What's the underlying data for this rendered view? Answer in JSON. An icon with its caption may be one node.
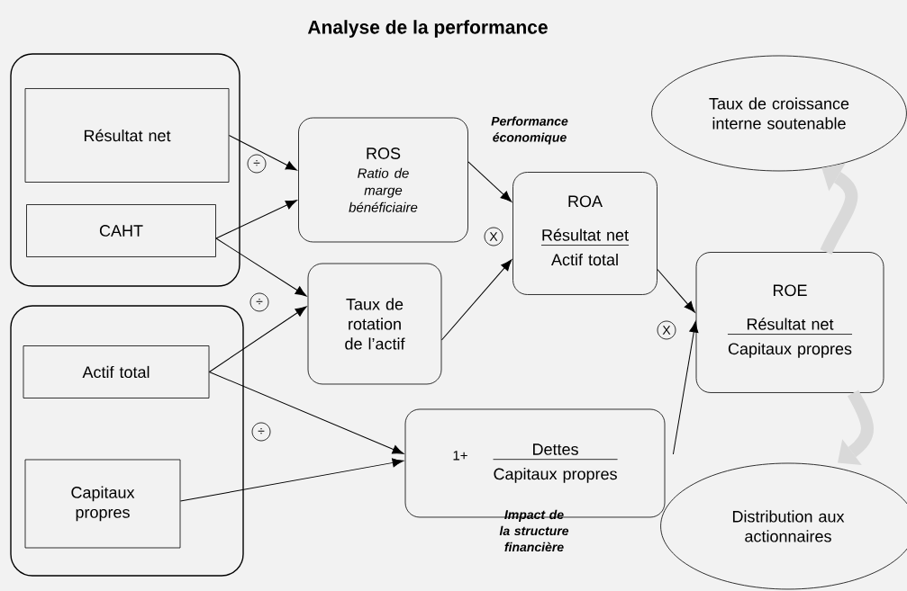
{
  "diagram": {
    "title": "Analyse de la performance",
    "nodes": [
      {
        "text": [],
        "shape": "box"
      },
      {
        "text": [
          "Résultat net"
        ],
        "in": 0
      },
      {
        "text": [
          "CAHT"
        ],
        "in": 0
      },
      {
        "text": [],
        "shape": "box"
      },
      {
        "text": [
          "Actif total"
        ],
        "in": 3
      },
      {
        "text": [
          "Capitaux propres"
        ],
        "in": 3
      },
      {
        "text": [
          "ROS",
          "Ratio de marge bénéficiaire"
        ]
      },
      {
        "text": [
          "Taux de rotation de l’actif"
        ]
      },
      {
        "text": [
          "ROA",
          "Résultat net",
          "Actif total"
        ],
        "beside": [
          "Performance économique"
        ]
      },
      {
        "text": [
          "1+",
          "Dettes",
          "Capitaux propres"
        ],
        "beside": [
          "Impact de la structure financière"
        ]
      },
      {
        "text": [
          "ROE",
          "Résultat net",
          "Capitaux propres"
        ]
      },
      {
        "text": [
          "Taux de croissance interne soutenable"
        ]
      },
      {
        "text": [
          "Distribution aux actionnaires"
        ]
      }
    ],
    "edges": [
      {
        "from": 1,
        "to": 6,
        "arrow": "to"
      },
      {
        "from": 2,
        "to": 6,
        "arrow": "to"
      },
      {
        "from": 2,
        "to": 7,
        "arrow": "to"
      },
      {
        "from": 4,
        "to": 7,
        "arrow": "to"
      },
      {
        "from": 4,
        "to": 9,
        "arrow": "to"
      },
      {
        "from": 5,
        "to": 9,
        "arrow": "to"
      },
      {
        "from": 6,
        "to": 8,
        "arrow": "to"
      },
      {
        "from": 7,
        "to": 8,
        "arrow": "to"
      },
      {
        "from": 8,
        "to": 10,
        "arrow": "to"
      },
      {
        "from": 9,
        "to": 10,
        "arrow": "to"
      },
      {
        "from": 10,
        "to": 11,
        "arrow": "to",
        "style": "thick",
        "color": "#d9d9d9"
      },
      {
        "from": 10,
        "to": 12,
        "arrow": "to",
        "style": "thick",
        "color": "#d9d9d9"
      }
    ],
    "labels": [
      "÷",
      "X",
      "÷",
      "X",
      "÷"
    ]
  }
}
